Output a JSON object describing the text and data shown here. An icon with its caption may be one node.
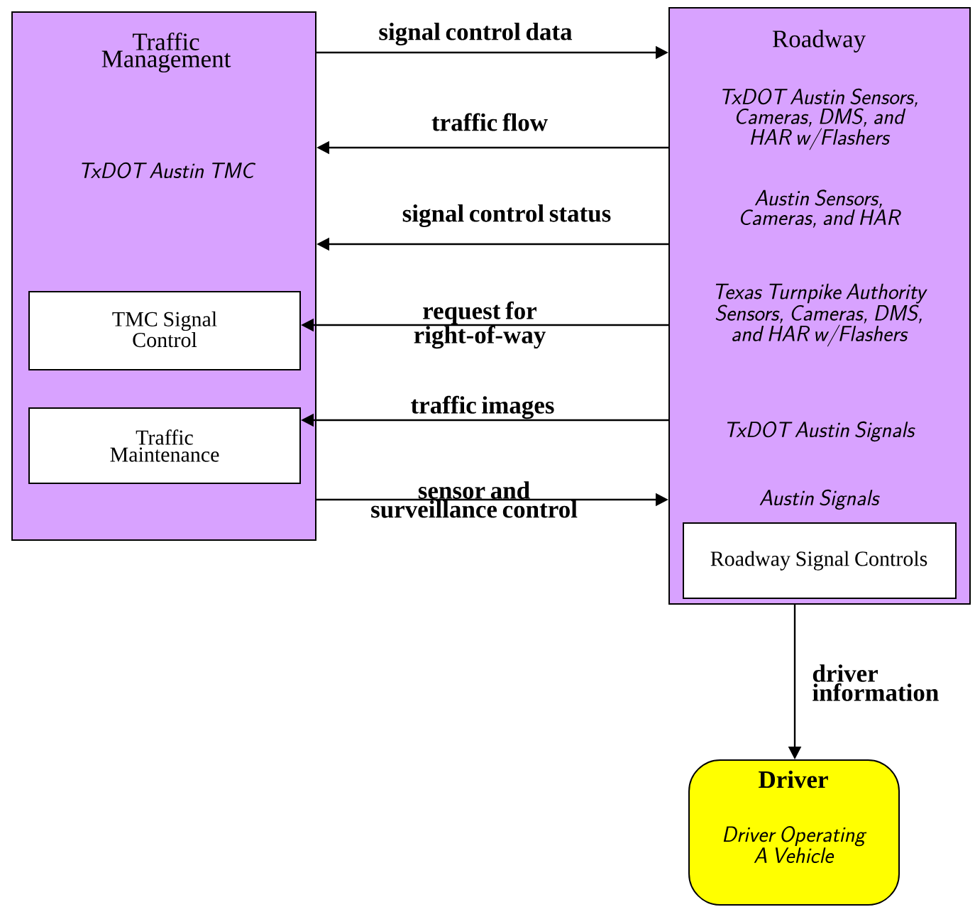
{
  "diagram": {
    "nodes": [
      {
        "text": [
          "Traffic Management",
          "TxDOT Austin TMC"
        ]
      },
      {
        "text": [
          "TMC Signal Control"
        ],
        "in": 0
      },
      {
        "text": [
          "Traffic Maintenance"
        ],
        "in": 0
      },
      {
        "text": [
          "Roadway",
          "TxDOT Austin Sensors, Cameras, DMS, and HAR w/Flashers",
          "Austin Sensors, Cameras, and HAR",
          "Texas Turnpike Authority Sensors, Cameras, DMS, and HAR w/Flashers",
          "TxDOT Austin Signals",
          "Austin Signals"
        ]
      },
      {
        "text": [
          "Roadway Signal Controls"
        ],
        "in": 3
      },
      {
        "text": [
          "Driver",
          "Driver Operating A Vehicle"
        ]
      }
    ],
    "edges": [
      {
        "from": 0,
        "to": 3,
        "arrow": "to",
        "label": "signal control data"
      },
      {
        "from": 3,
        "to": 0,
        "arrow": "to",
        "label": "traffic flow"
      },
      {
        "from": 3,
        "to": 0,
        "arrow": "to",
        "label": "signal control status"
      },
      {
        "from": 3,
        "to": 1,
        "arrow": "to",
        "label": "request for right-of-way"
      },
      {
        "from": 3,
        "to": 2,
        "arrow": "to",
        "label": "traffic images"
      },
      {
        "from": 0,
        "to": 3,
        "arrow": "to",
        "label": "sensor and surveillance control"
      },
      {
        "from": 3,
        "to": 5,
        "arrow": "to",
        "label": "driver information"
      }
    ]
  }
}
